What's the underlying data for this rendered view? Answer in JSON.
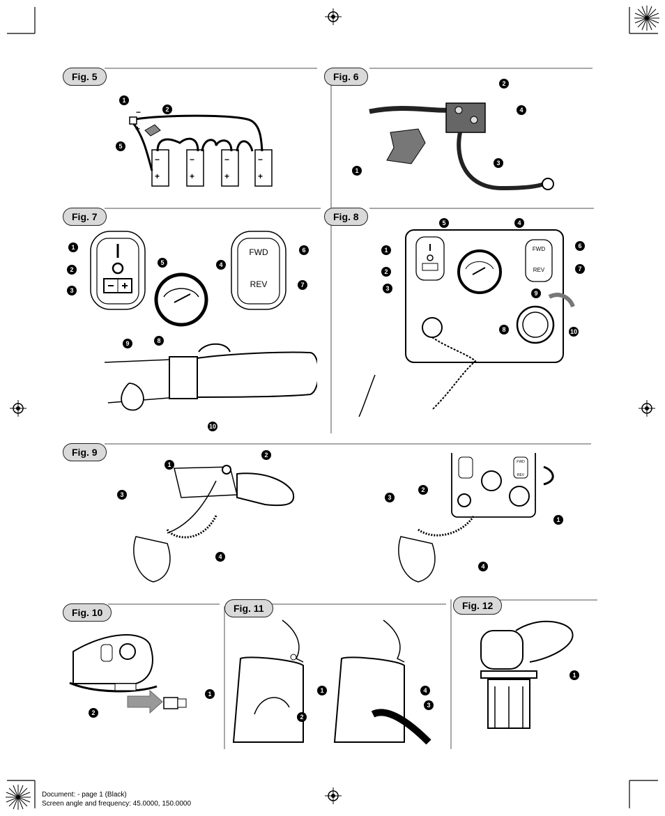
{
  "figures": {
    "fig5": {
      "label": "Fig. 5",
      "callouts": [
        "1",
        "2",
        "5"
      ],
      "polarity_minus": "−",
      "polarity_plus": "+"
    },
    "fig6": {
      "label": "Fig. 6",
      "callouts": [
        "2",
        "4",
        "3",
        "1"
      ]
    },
    "fig7": {
      "label": "Fig. 7",
      "callouts": [
        "1",
        "2",
        "3",
        "5",
        "4",
        "6",
        "7",
        "9",
        "8",
        "10"
      ],
      "fwd": "FWD",
      "rev": "REV"
    },
    "fig8": {
      "label": "Fig. 8",
      "callouts": [
        "5",
        "4",
        "1",
        "2",
        "3",
        "6",
        "7",
        "9",
        "8",
        "10"
      ],
      "fwd": "FWD",
      "rev": "REV"
    },
    "fig9": {
      "label": "Fig. 9",
      "callouts": [
        "1",
        "2",
        "3",
        "4",
        "2",
        "1",
        "3",
        "4"
      ],
      "fwd": "FWD",
      "rev": "REV"
    },
    "fig10": {
      "label": "Fig. 10",
      "callouts": [
        "1",
        "2"
      ]
    },
    "fig11": {
      "label": "Fig. 11",
      "callouts": [
        "1",
        "2",
        "4",
        "3"
      ]
    },
    "fig12": {
      "label": "Fig. 12",
      "callouts": [
        "1"
      ]
    }
  },
  "footer": {
    "line1": "Document: - page 1 (Black)",
    "line2": "Screen angle and frequency: 45.0000, 150.0000"
  },
  "colors": {
    "rule": "#a8a8a8",
    "label_bg": "#d9d9d9",
    "ink": "#000000"
  }
}
